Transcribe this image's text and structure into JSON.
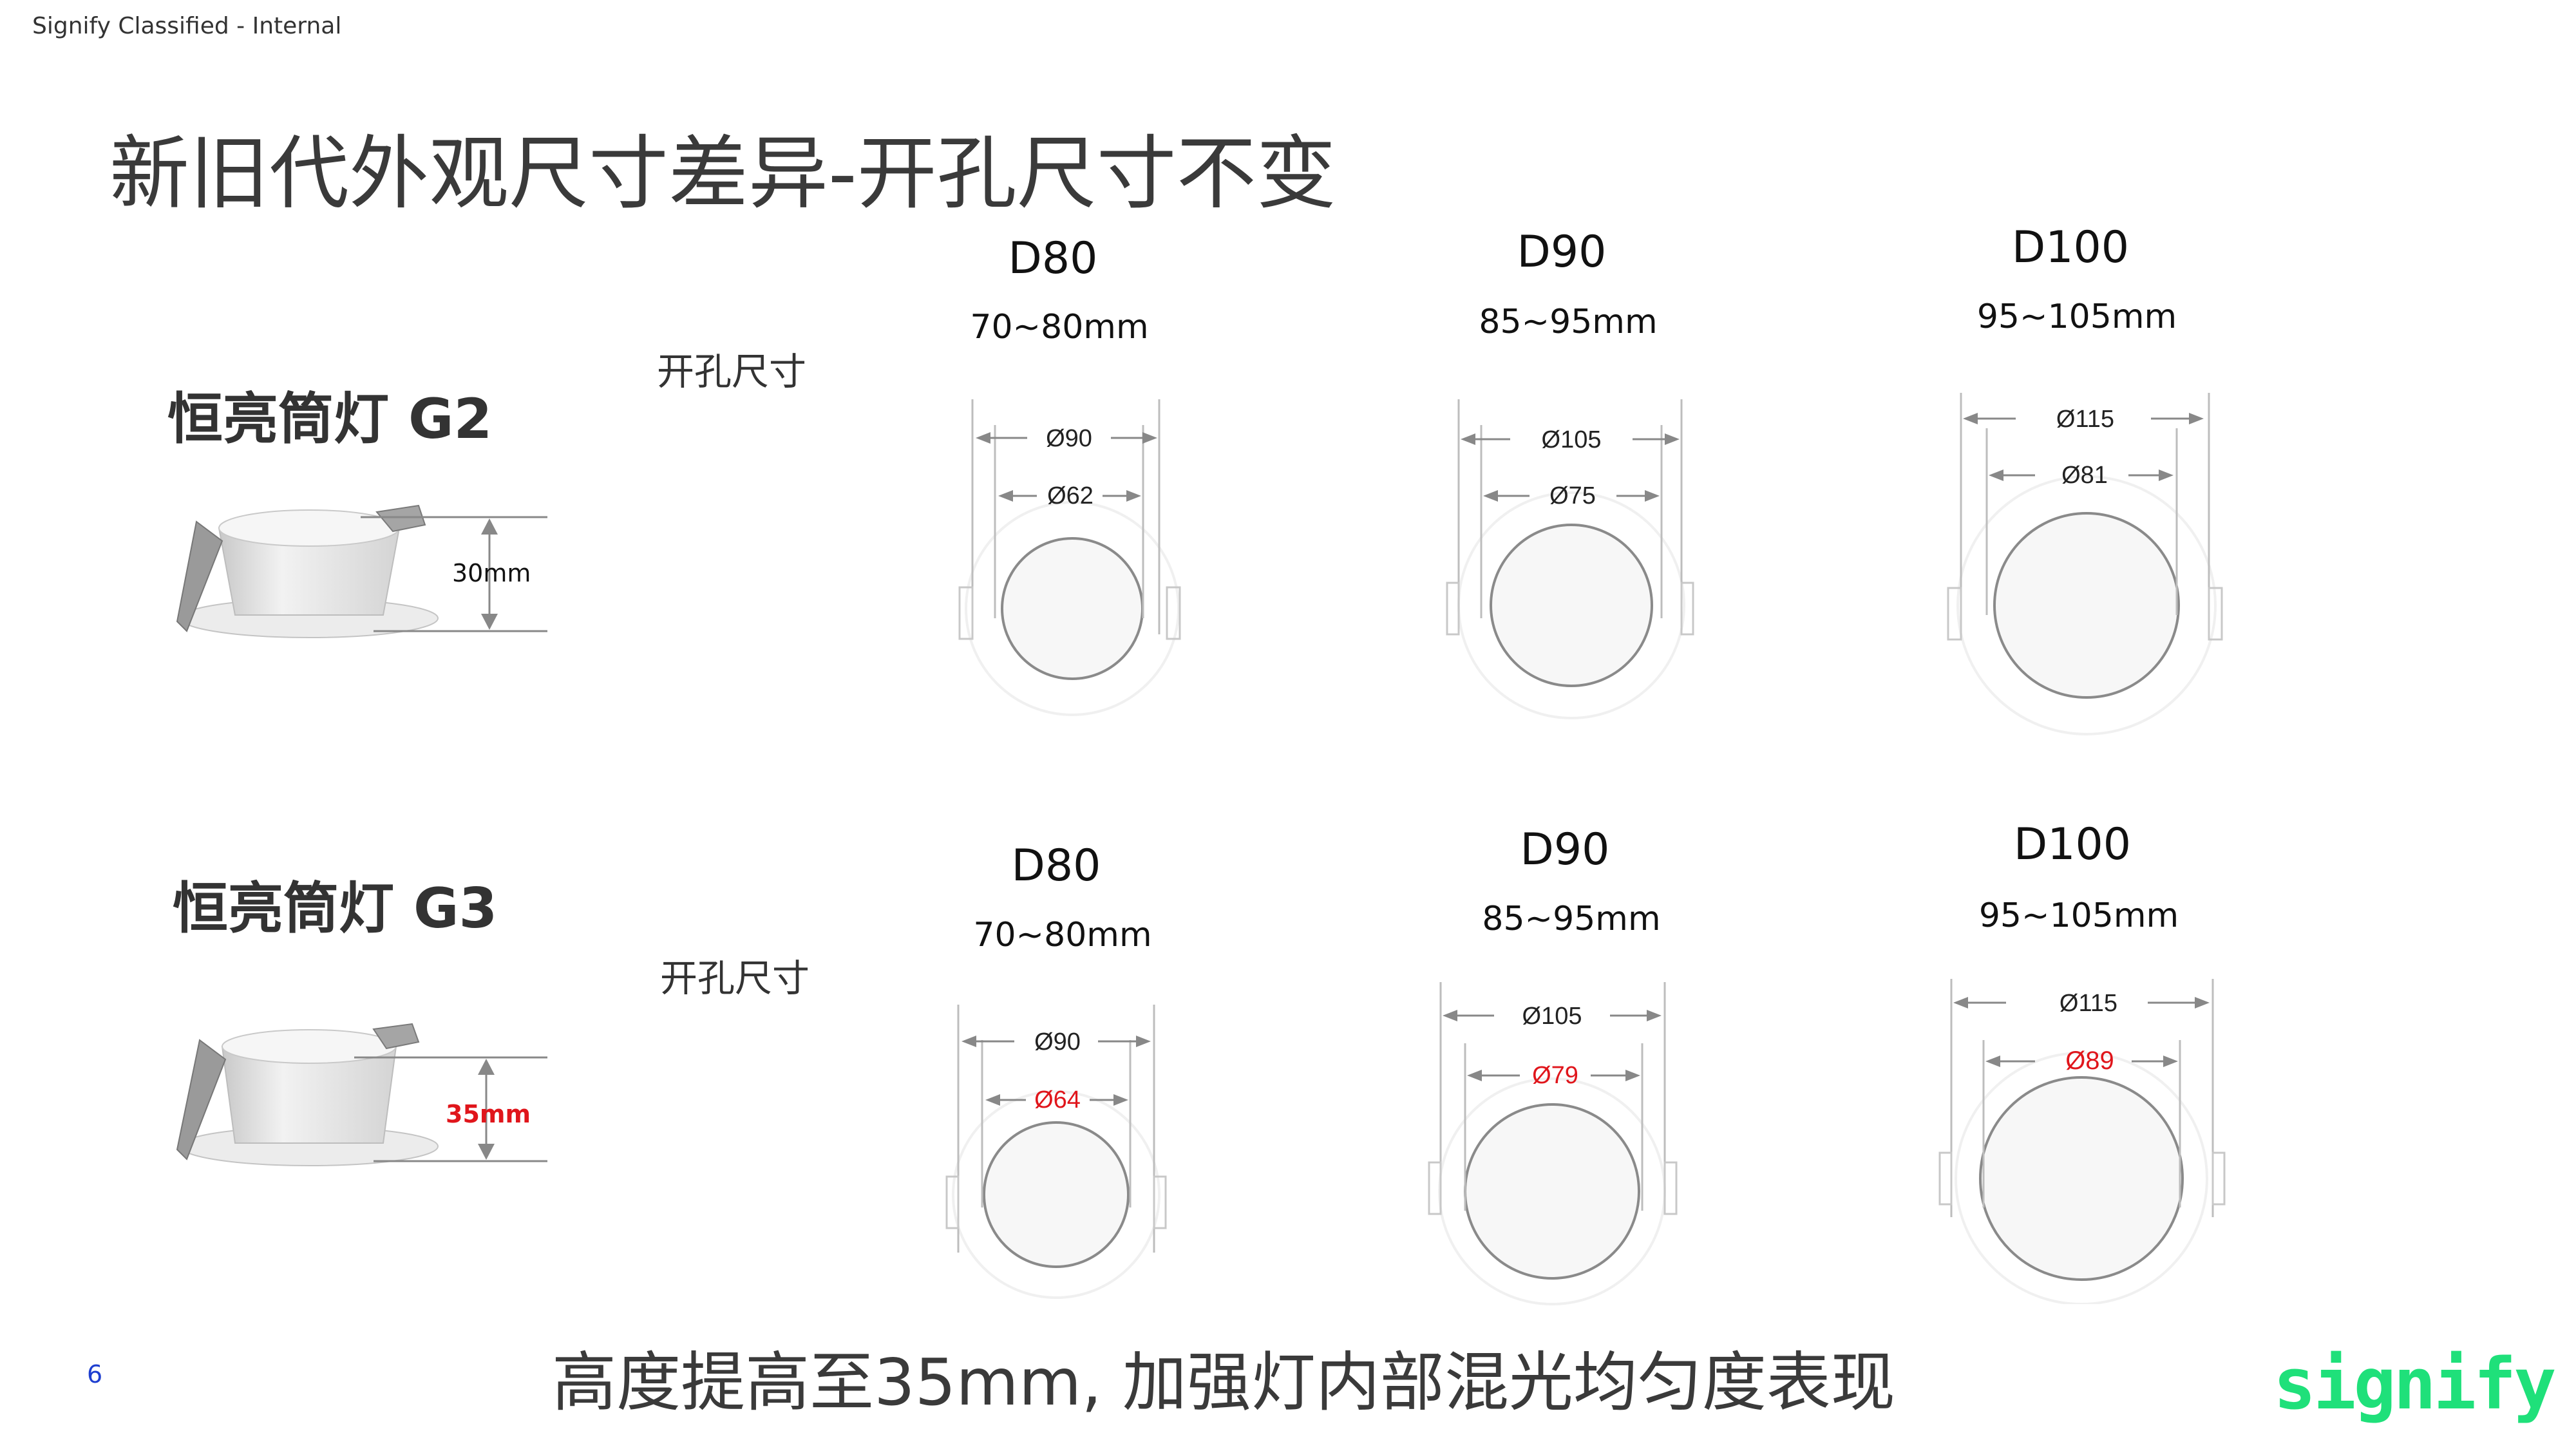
{
  "header": {
    "classification": "Signify Classified - Internal"
  },
  "title": "新旧代外观尺寸差异-开孔尺寸不变",
  "rows": [
    {
      "product": "恒亮筒灯 G2",
      "height": "30mm",
      "cutout_label": "开孔尺寸",
      "models": [
        {
          "name": "D80",
          "range": "70~80mm",
          "outer": "Ø90",
          "inner": "Ø62"
        },
        {
          "name": "D90",
          "range": "85~95mm",
          "outer": "Ø105",
          "inner": "Ø75"
        },
        {
          "name": "D100",
          "range": "95~105mm",
          "outer": "Ø115",
          "inner": "Ø81"
        }
      ]
    },
    {
      "product": "恒亮筒灯 G3",
      "height": "35mm",
      "cutout_label": "开孔尺寸",
      "models": [
        {
          "name": "D80",
          "range": "70~80mm",
          "outer": "Ø90",
          "inner": "Ø64"
        },
        {
          "name": "D90",
          "range": "85~95mm",
          "outer": "Ø105",
          "inner": "Ø79"
        },
        {
          "name": "D100",
          "range": "95~105mm",
          "outer": "Ø115",
          "inner": "Ø89"
        }
      ]
    }
  ],
  "footer": "高度提高至35mm, 加强灯内部混光均匀度表现",
  "page_number": "6",
  "brand": "signify",
  "colors": {
    "highlight": "#e0151b",
    "brand_green": "#1fe07a",
    "page_number": "#1e3fd0"
  }
}
